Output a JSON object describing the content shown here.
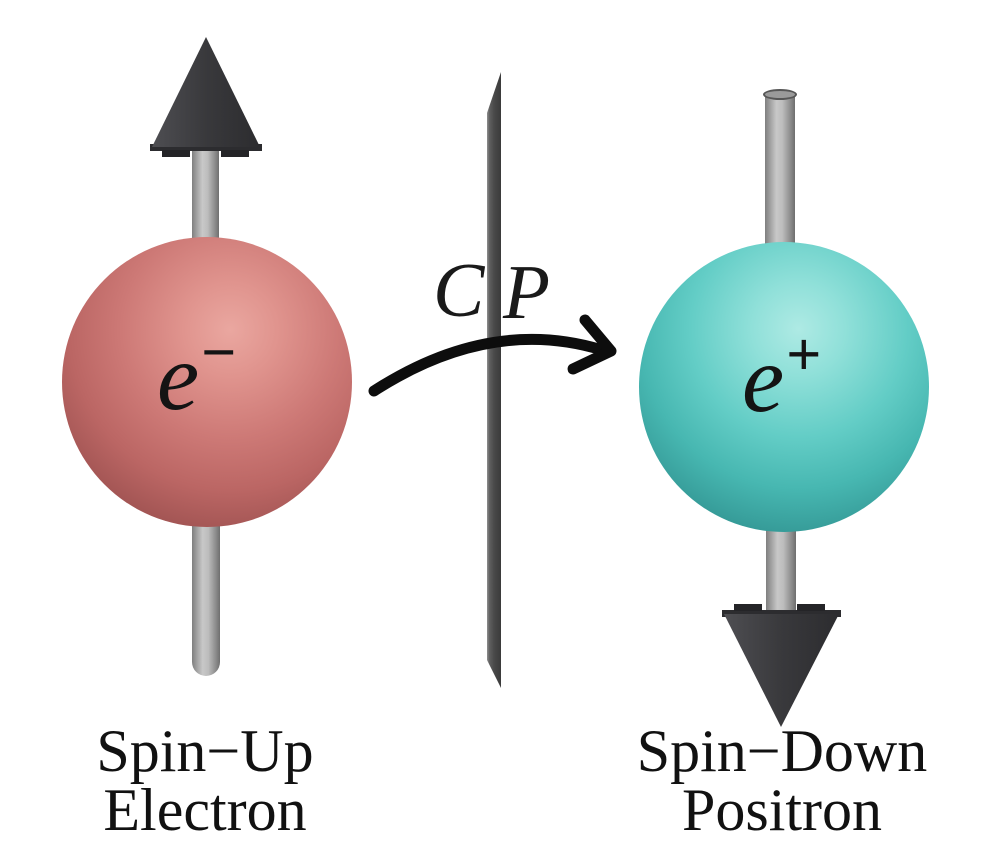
{
  "figure": {
    "background_color": "#ffffff",
    "left_particle": {
      "symbol": "e",
      "charge": "−",
      "caption_line1": "Spin−Up",
      "caption_line2": "Electron",
      "sphere_color": "#cd7976",
      "spin_direction": "up"
    },
    "right_particle": {
      "symbol": "e",
      "charge": "+",
      "caption_line1": "Spin−Down",
      "caption_line2": "Positron",
      "sphere_color": "#47b7b1",
      "spin_direction": "down"
    },
    "operators": {
      "charge_conjugation": "C",
      "parity": "P"
    },
    "colors": {
      "transformation_arrow": "#0d0d0d",
      "cone": "#38383b",
      "shaft": "#b5b5b5",
      "mirror_plane": "#4a4a4a",
      "text": "#111111"
    }
  }
}
